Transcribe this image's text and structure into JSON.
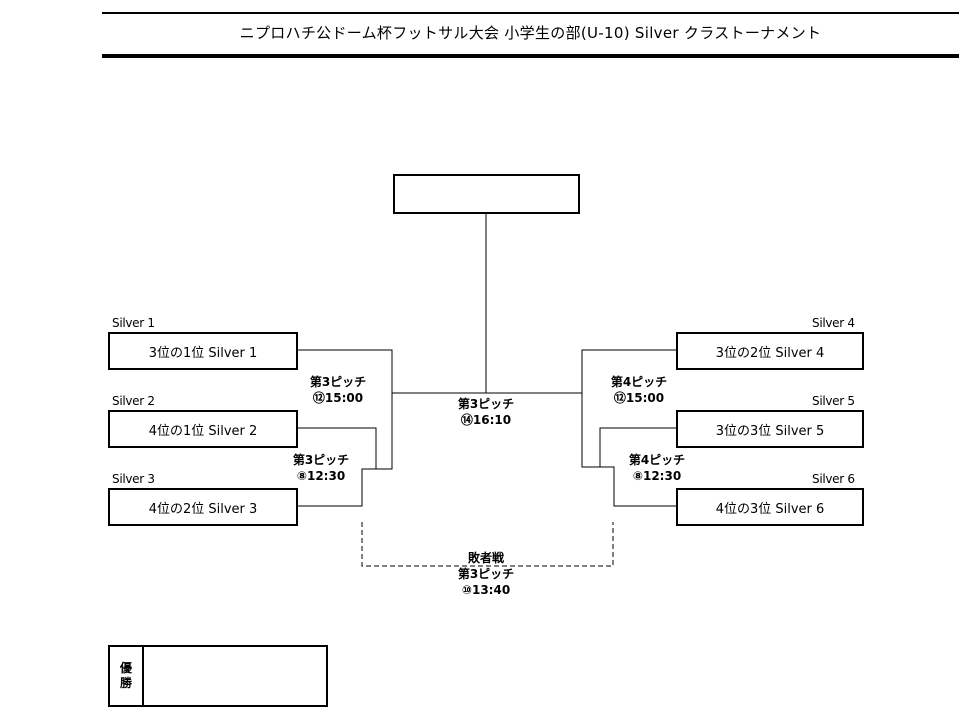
{
  "title": "ニプロハチ公ドーム杯フットサル大会 小学生の部(U-10) Silver クラストーナメント",
  "left": {
    "slots": [
      {
        "seed": "Silver 1",
        "team": "3位の1位 Silver 1"
      },
      {
        "seed": "Silver 2",
        "team": "4位の1位 Silver 2"
      },
      {
        "seed": "Silver 3",
        "team": "4位の2位 Silver 3"
      }
    ],
    "semi": {
      "pitch": "第3ピッチ",
      "time": "⑫15:00"
    },
    "quarter": {
      "pitch": "第3ピッチ",
      "time": "⑧12:30"
    }
  },
  "right": {
    "slots": [
      {
        "seed": "Silver 4",
        "team": "3位の2位 Silver 4"
      },
      {
        "seed": "Silver 5",
        "team": "3位の3位 Silver 5"
      },
      {
        "seed": "Silver 6",
        "team": "4位の3位 Silver 6"
      }
    ],
    "semi": {
      "pitch": "第4ピッチ",
      "time": "⑫15:00"
    },
    "quarter": {
      "pitch": "第4ピッチ",
      "time": "⑧12:30"
    }
  },
  "final": {
    "pitch": "第3ピッチ",
    "time": "⑭16:10",
    "winner": ""
  },
  "consolation": {
    "label": "敗者戦",
    "pitch": "第3ピッチ",
    "time": "⑩13:40"
  },
  "champion": {
    "label_1": "優",
    "label_2": "勝",
    "value": ""
  }
}
